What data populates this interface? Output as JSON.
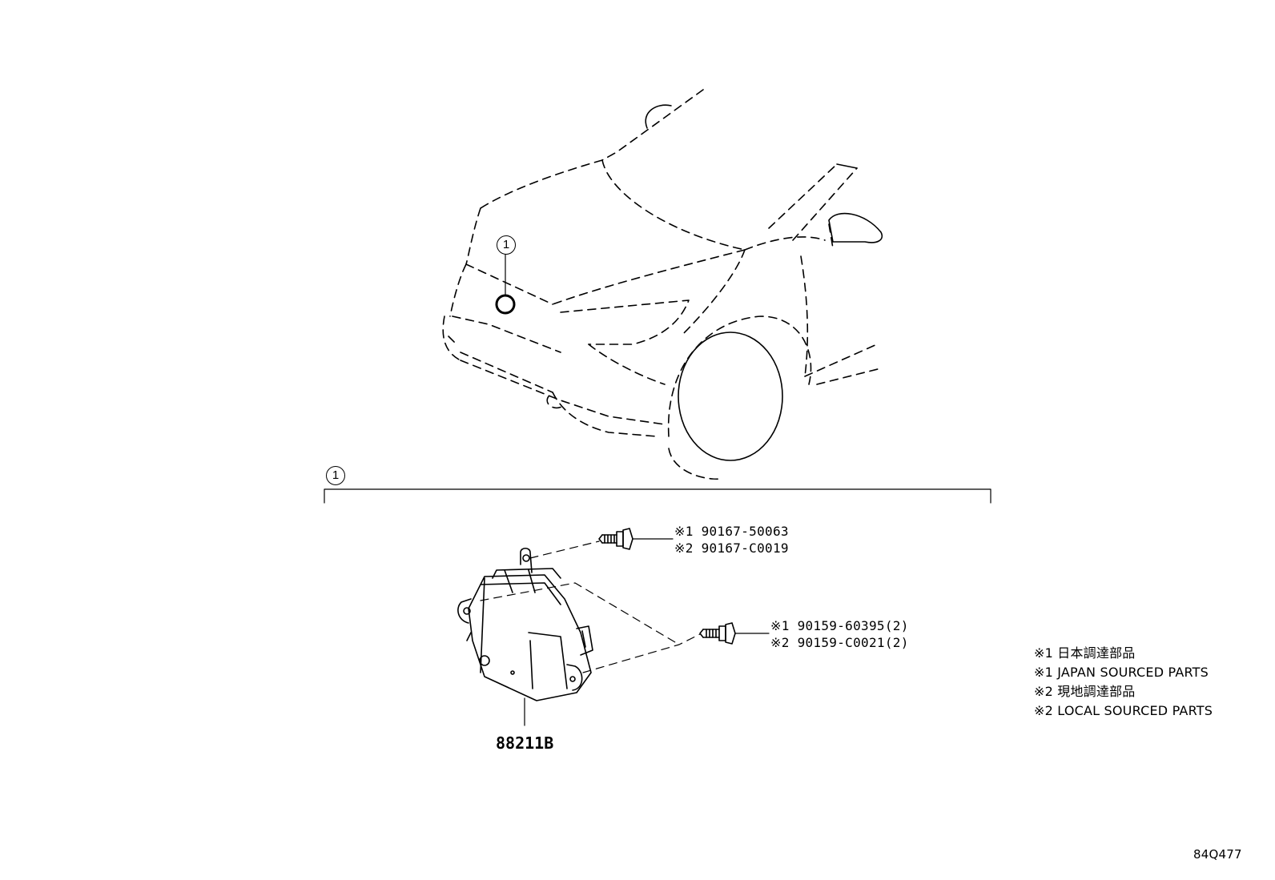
{
  "callouts": {
    "ref_1_top": "1",
    "ref_1_bracket": "1"
  },
  "parts": {
    "bolt_a": {
      "line1": "※1 90167-50063",
      "line2": "※2 90167-C0019"
    },
    "bolt_b": {
      "line1": "※1 90159-60395(2)",
      "line2": "※2 90159-C0021(2)"
    },
    "module": "88211B"
  },
  "legend": [
    "※1 日本調達部品",
    "※1 JAPAN SOURCED PARTS",
    "※2 現地調達部品",
    "※2 LOCAL SOURCED PARTS"
  ],
  "figure_id": "84Q477"
}
